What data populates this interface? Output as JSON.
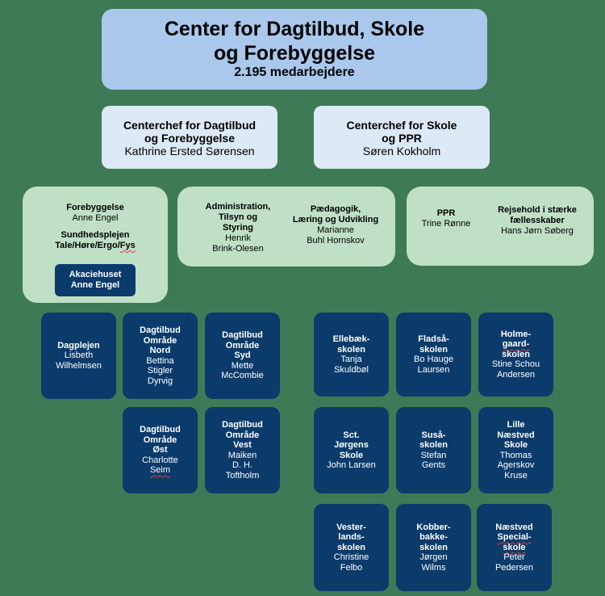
{
  "top": {
    "line1": "Center for Dagtilbud, Skole",
    "line2": "og Forebyggelse",
    "staff": "2.195 medarbejdere"
  },
  "chief1": {
    "title1": "Centerchef for Dagtilbud",
    "title2": "og Forebyggelse",
    "name": "Kathrine Ersted Sørensen"
  },
  "chief2": {
    "title1": "Centerchef for Skole",
    "title2": "og PPR",
    "name": "Søren Kokholm"
  },
  "panel1": {
    "forebyggelse": {
      "title": "Forebyggelse",
      "name": "Anne Engel"
    },
    "sundhed": {
      "title1": "Sundhedsplejen",
      "title2a": "Tale/Høre/Ergo/",
      "title2b": "Fys"
    },
    "akacie": {
      "line1": "Akaciehuset",
      "line2": "Anne Engel"
    }
  },
  "panel2": {
    "admin": {
      "t1": "Administration,",
      "t2": "Tilsyn og",
      "t3": "Styring",
      "n1": "Henrik",
      "n2": "Brink-Olesen"
    },
    "paed": {
      "t1": "Pædagogik,",
      "t2": "Læring og Udvikling",
      "n1": "Marianne",
      "n2": "Buhl Hornskov"
    }
  },
  "panel3": {
    "ppr": {
      "title": "PPR",
      "name": "Trine Rønne"
    },
    "rejse": {
      "t1": "Rejsehold i stærke",
      "t2": "fællesskaber",
      "name": "Hans Jørn Søberg"
    }
  },
  "units": [
    {
      "t": [
        "Dagplejen"
      ],
      "n": [
        "Lisbeth",
        "Wilhelmsen"
      ]
    },
    {
      "t": [
        "Dagtilbud",
        "Område",
        "Nord"
      ],
      "n": [
        "Bettina",
        "Stigler",
        "Dyrvig"
      ]
    },
    {
      "t": [
        "Dagtilbud",
        "Område",
        "Syd"
      ],
      "n": [
        "Mette",
        "McCombie"
      ]
    },
    {
      "t": [
        "Dagtilbud",
        "Område",
        "Øst"
      ],
      "n": [
        "Charlotte",
        "Seim"
      ]
    },
    {
      "t": [
        "Dagtilbud",
        "Område",
        "Vest"
      ],
      "n": [
        "Maiken",
        "D. H.",
        "Toftholm"
      ]
    },
    {
      "t": [
        "Ellebæk-",
        "skolen"
      ],
      "n": [
        "Tanja",
        "Skuldbøl"
      ]
    },
    {
      "t": [
        "Fladså-",
        "skolen"
      ],
      "n": [
        "Bo Hauge",
        "Laursen"
      ]
    },
    {
      "t": [
        "Holme-",
        "gaard-",
        "skolen"
      ],
      "n": [
        "Stine Schou",
        "Andersen"
      ]
    },
    {
      "t": [
        "Sct.",
        "Jørgens",
        "Skole"
      ],
      "n": [
        "John Larsen"
      ]
    },
    {
      "t": [
        "Suså-",
        "skolen"
      ],
      "n": [
        "Stefan",
        "Gents"
      ]
    },
    {
      "t": [
        "Lille",
        "Næstved",
        "Skole"
      ],
      "n": [
        "Thomas",
        "Agerskov",
        "Kruse"
      ]
    },
    {
      "t": [
        "Vester-",
        "lands-",
        "skolen"
      ],
      "n": [
        "Christine",
        "Felbo"
      ]
    },
    {
      "t": [
        "Kobber-",
        "bakke-",
        "skolen"
      ],
      "n": [
        "Jørgen",
        "Wilms"
      ]
    },
    {
      "t": [
        "Næstved",
        "Special-",
        "skole"
      ],
      "n": [
        "Peter",
        "Pedersen"
      ]
    }
  ]
}
